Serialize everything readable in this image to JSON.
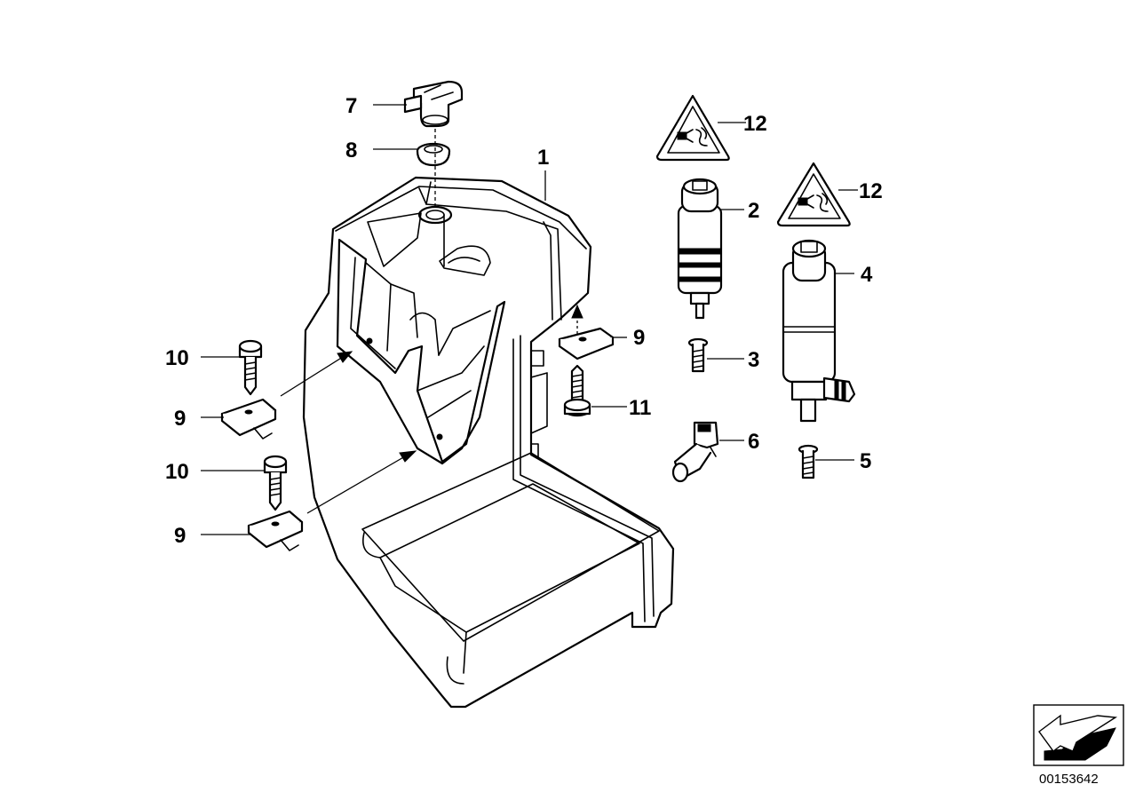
{
  "diagram": {
    "doc_number": "00153642",
    "callouts": {
      "c1": "1",
      "c2": "2",
      "c3": "3",
      "c4": "4",
      "c5": "5",
      "c6": "6",
      "c7": "7",
      "c8": "8",
      "c9a": "9",
      "c9b": "9",
      "c9c": "9",
      "c10a": "10",
      "c10b": "10",
      "c11": "11",
      "c12a": "12",
      "c12b": "12"
    },
    "icons": {
      "warning_symbol": "warning-triangle-icon",
      "orientation_arrow": "direction-arrow-icon"
    },
    "colors": {
      "line": "#000000",
      "background": "#ffffff"
    }
  }
}
